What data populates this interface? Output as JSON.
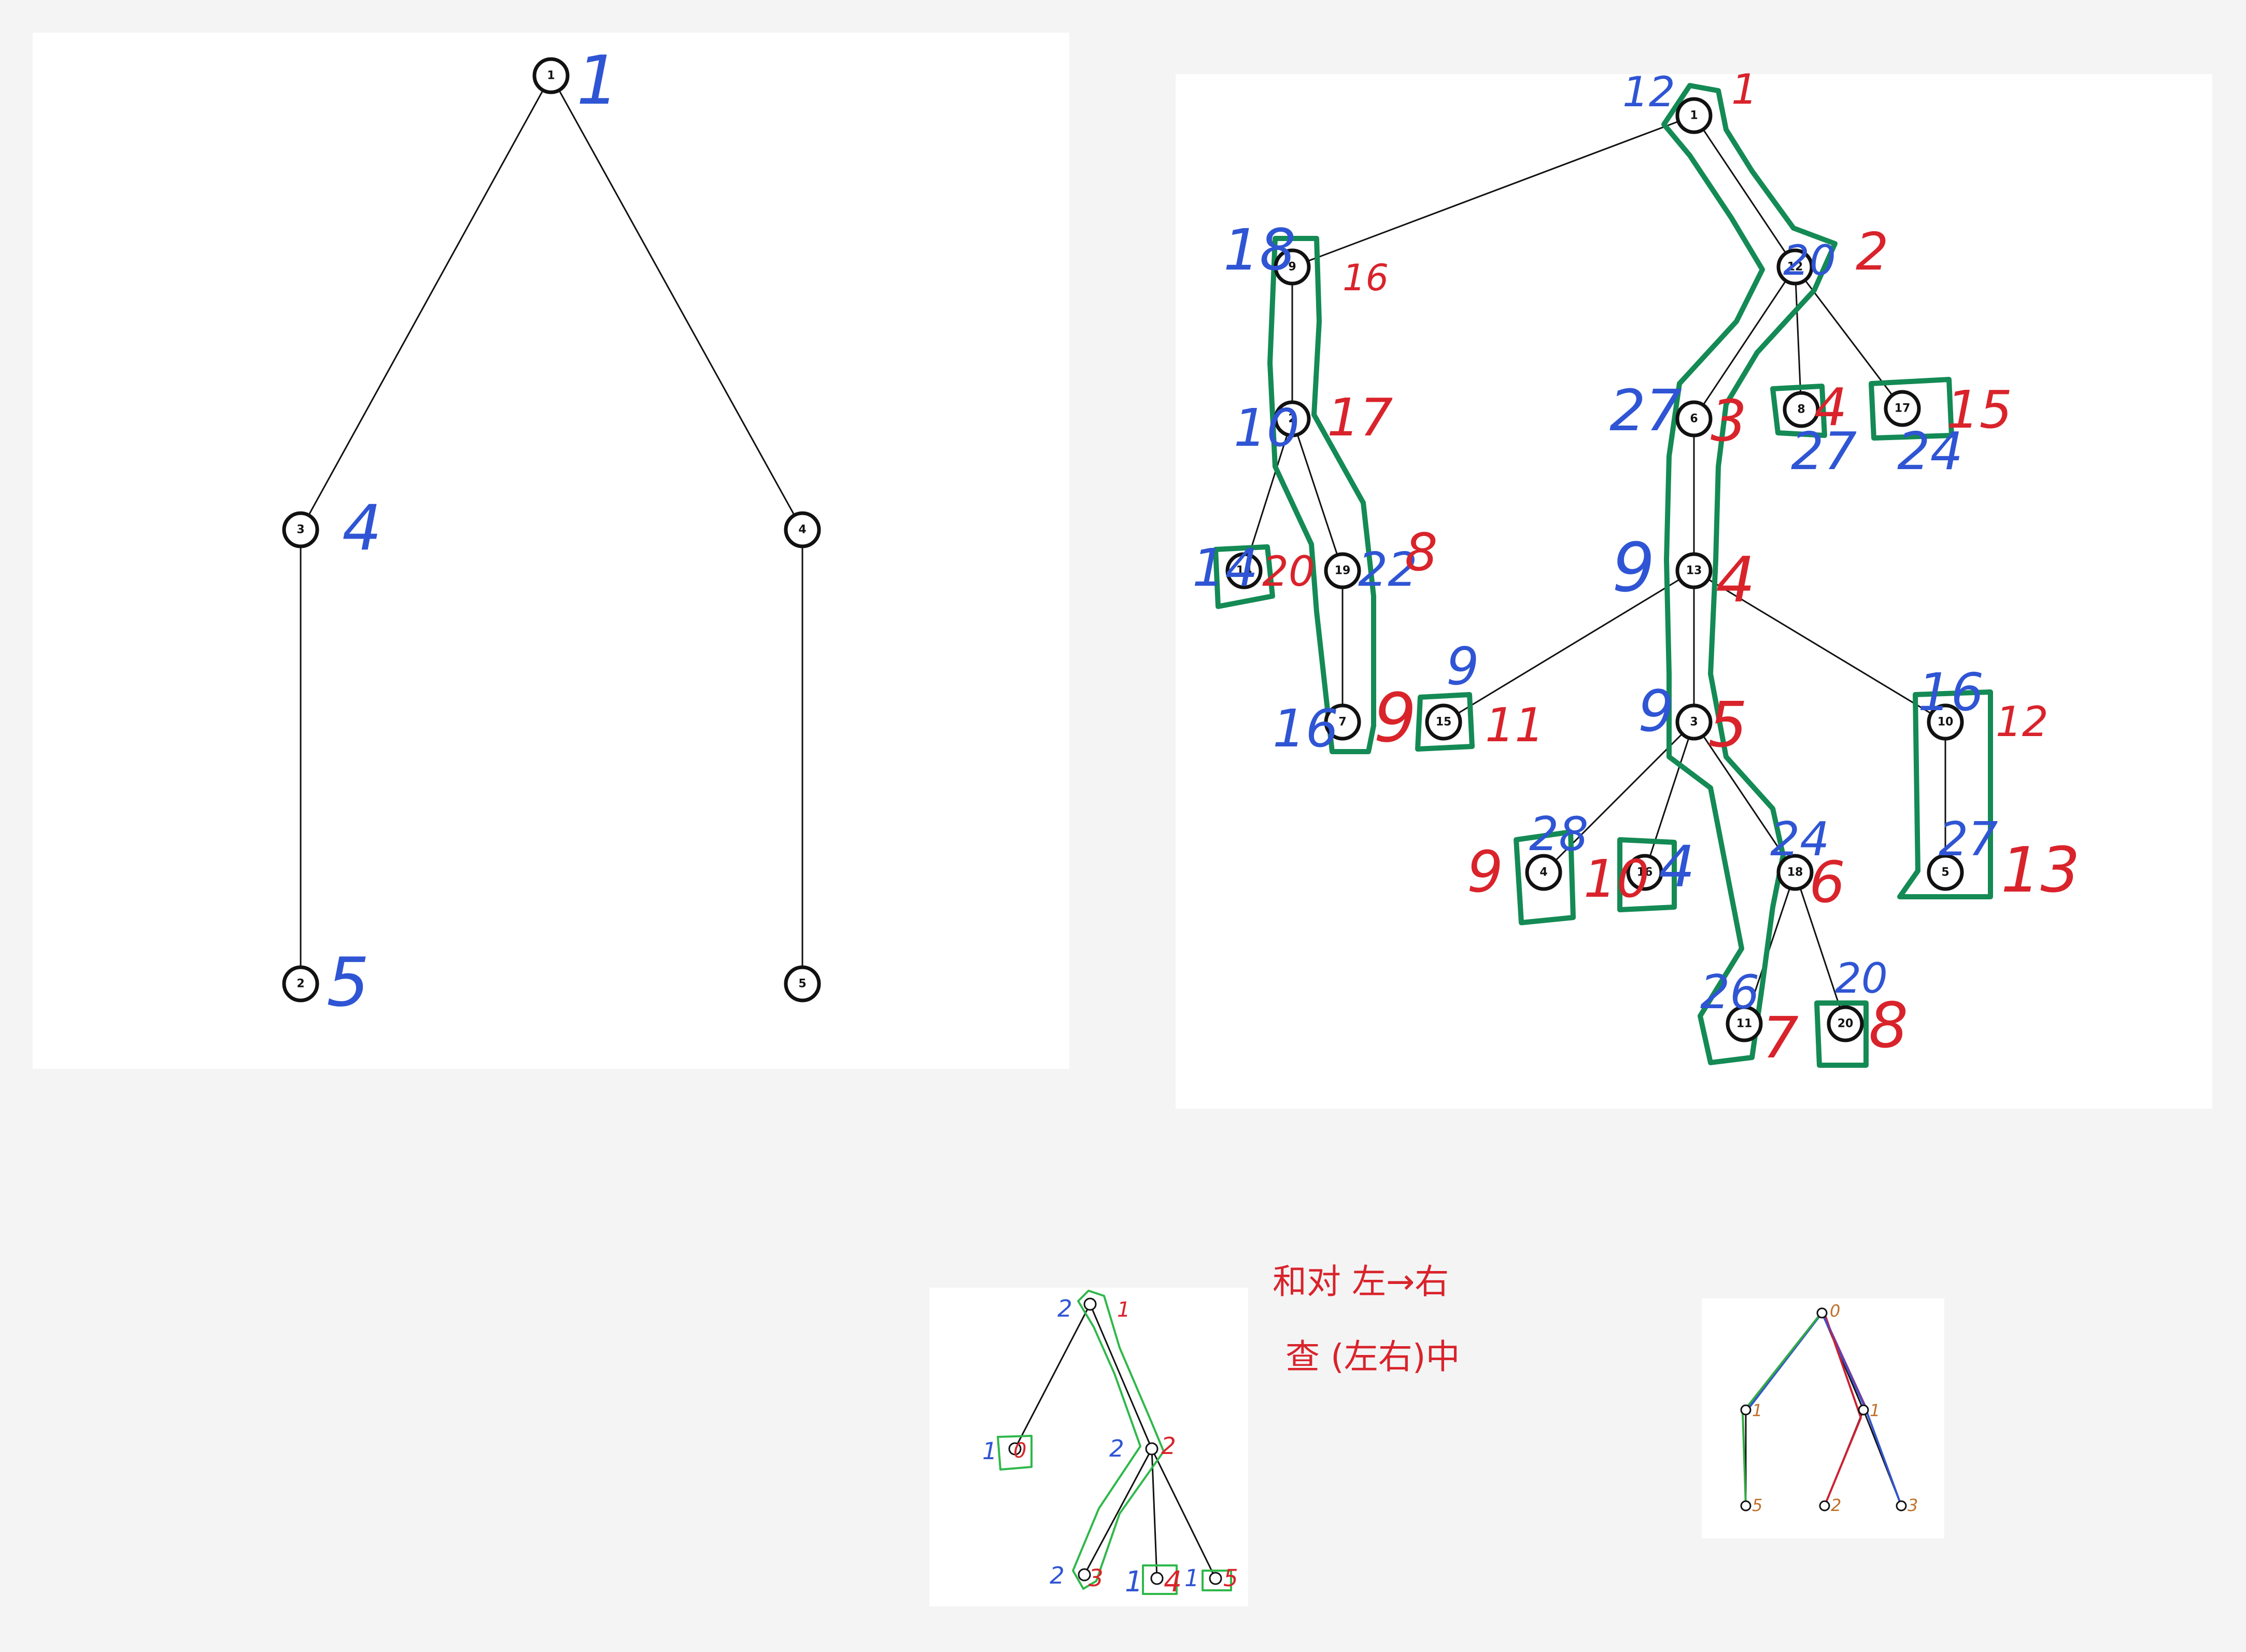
{
  "tree_a": {
    "nodes": {
      "n1": "1",
      "n3": "3",
      "n4": "4",
      "n2": "2",
      "n5": "5"
    },
    "marks": {
      "m1": "1",
      "m3": "4",
      "m2": "5"
    }
  },
  "tree_b": {
    "nodes": {
      "n1": "1",
      "n12": "12",
      "n9": "9",
      "n2": "2",
      "n14": "14",
      "n19": "19",
      "n7": "7",
      "n15": "15",
      "n6": "6",
      "n8": "8",
      "n17": "17",
      "n13": "13",
      "n3": "3",
      "n10": "10",
      "n4": "4",
      "n16": "16",
      "n18": "18",
      "n5": "5",
      "n11": "11",
      "n20": "20"
    },
    "blue": {
      "b1": "12",
      "b12": "20",
      "b9": "18",
      "b2": "10",
      "b14": "14",
      "b19": "22",
      "b7": "16",
      "b15": "9",
      "b6": "27",
      "b8": "27",
      "b17": "24",
      "b13": "9",
      "b3": "9",
      "b10": "16",
      "b4": "28",
      "b16": "4",
      "b18": "24",
      "b5": "27",
      "b11": "26",
      "b20": "20"
    },
    "red": {
      "r1": "1",
      "r12": "2",
      "r9": "16",
      "r2": "17",
      "r14": "20",
      "r19": "8",
      "r7": "9",
      "r15": "11",
      "r6": "3",
      "r8": "4",
      "r17": "15",
      "r13": "4",
      "r3": "5",
      "r10": "12",
      "r4": "9",
      "r16": "10",
      "r18": "6",
      "r5": "13",
      "r11": "7",
      "r20": "8"
    }
  },
  "tree_c": {
    "blue": {
      "b1": "2",
      "b2": "1",
      "b3": "2",
      "b4": "2",
      "b5": "1",
      "b6": "1"
    },
    "red": {
      "r1": "1",
      "r2": "0",
      "r3": "2",
      "r4": "3",
      "r5": "4",
      "r6": "5"
    }
  },
  "notes": {
    "line1": "和对  左→右",
    "line2": "查  (左右)中"
  },
  "tree_d": {
    "labels": {
      "l0": "0",
      "l1": "1",
      "l2": "1",
      "l5": "5",
      "l22": "2",
      "l3": "3"
    }
  }
}
